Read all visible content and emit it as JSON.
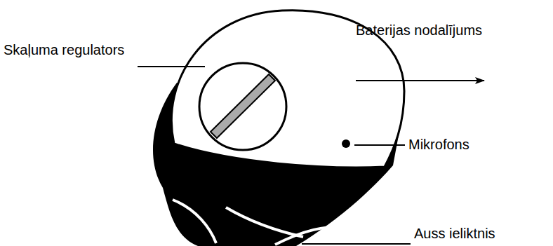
{
  "diagram": {
    "labels": [
      "Skaļuma regulators",
      "Baterijas nodalījums",
      "Mikrofons",
      "Auss ieliktnis"
    ]
  }
}
